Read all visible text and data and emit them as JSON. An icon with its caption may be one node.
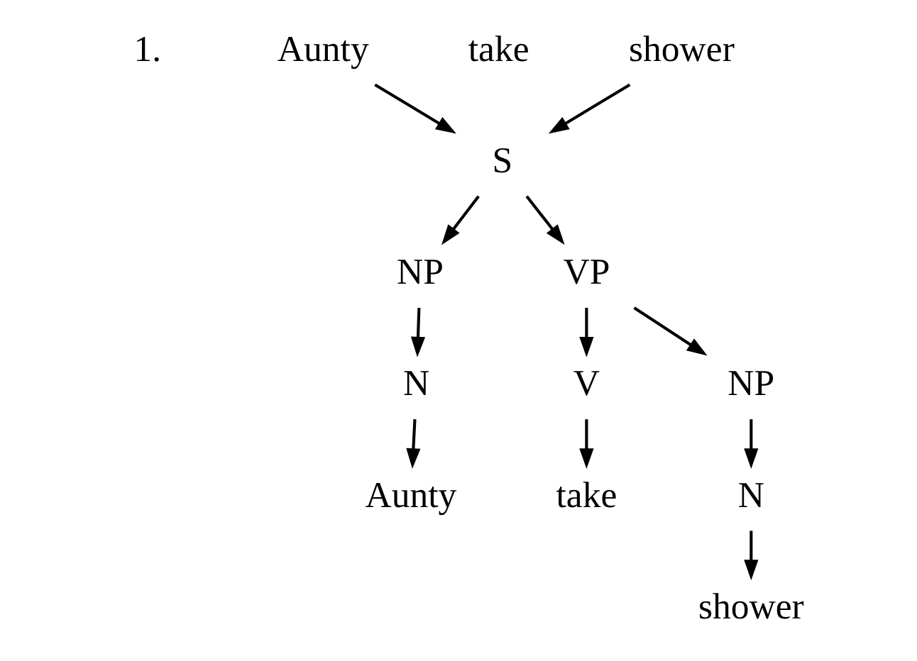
{
  "diagram": {
    "nodes": [
      {
        "text": [
          "Aunty"
        ]
      },
      {
        "text": [
          "shower"
        ]
      },
      {
        "text": [
          "S"
        ]
      },
      {
        "text": [
          "NP"
        ]
      },
      {
        "text": [
          "VP"
        ]
      },
      {
        "text": [
          "N"
        ]
      },
      {
        "text": [
          "Aunty"
        ]
      },
      {
        "text": [
          "V"
        ]
      },
      {
        "text": [
          "NP"
        ]
      },
      {
        "text": [
          "take"
        ]
      },
      {
        "text": [
          "N"
        ]
      },
      {
        "text": [
          "shower"
        ]
      }
    ],
    "edges": [
      {
        "from": 0,
        "to": 2,
        "arrow": "to"
      },
      {
        "from": 1,
        "to": 2,
        "arrow": "to"
      },
      {
        "from": 2,
        "to": 3,
        "arrow": "to"
      },
      {
        "from": 2,
        "to": 4,
        "arrow": "to"
      },
      {
        "from": 3,
        "to": 5,
        "arrow": "to"
      },
      {
        "from": 5,
        "to": 6,
        "arrow": "to"
      },
      {
        "from": 4,
        "to": 7,
        "arrow": "to"
      },
      {
        "from": 4,
        "to": 8,
        "arrow": "to"
      },
      {
        "from": 7,
        "to": 9,
        "arrow": "to"
      },
      {
        "from": 8,
        "to": 10,
        "arrow": "to"
      },
      {
        "from": 10,
        "to": 11,
        "arrow": "to"
      }
    ],
    "labels": [
      "1.",
      "take"
    ]
  }
}
